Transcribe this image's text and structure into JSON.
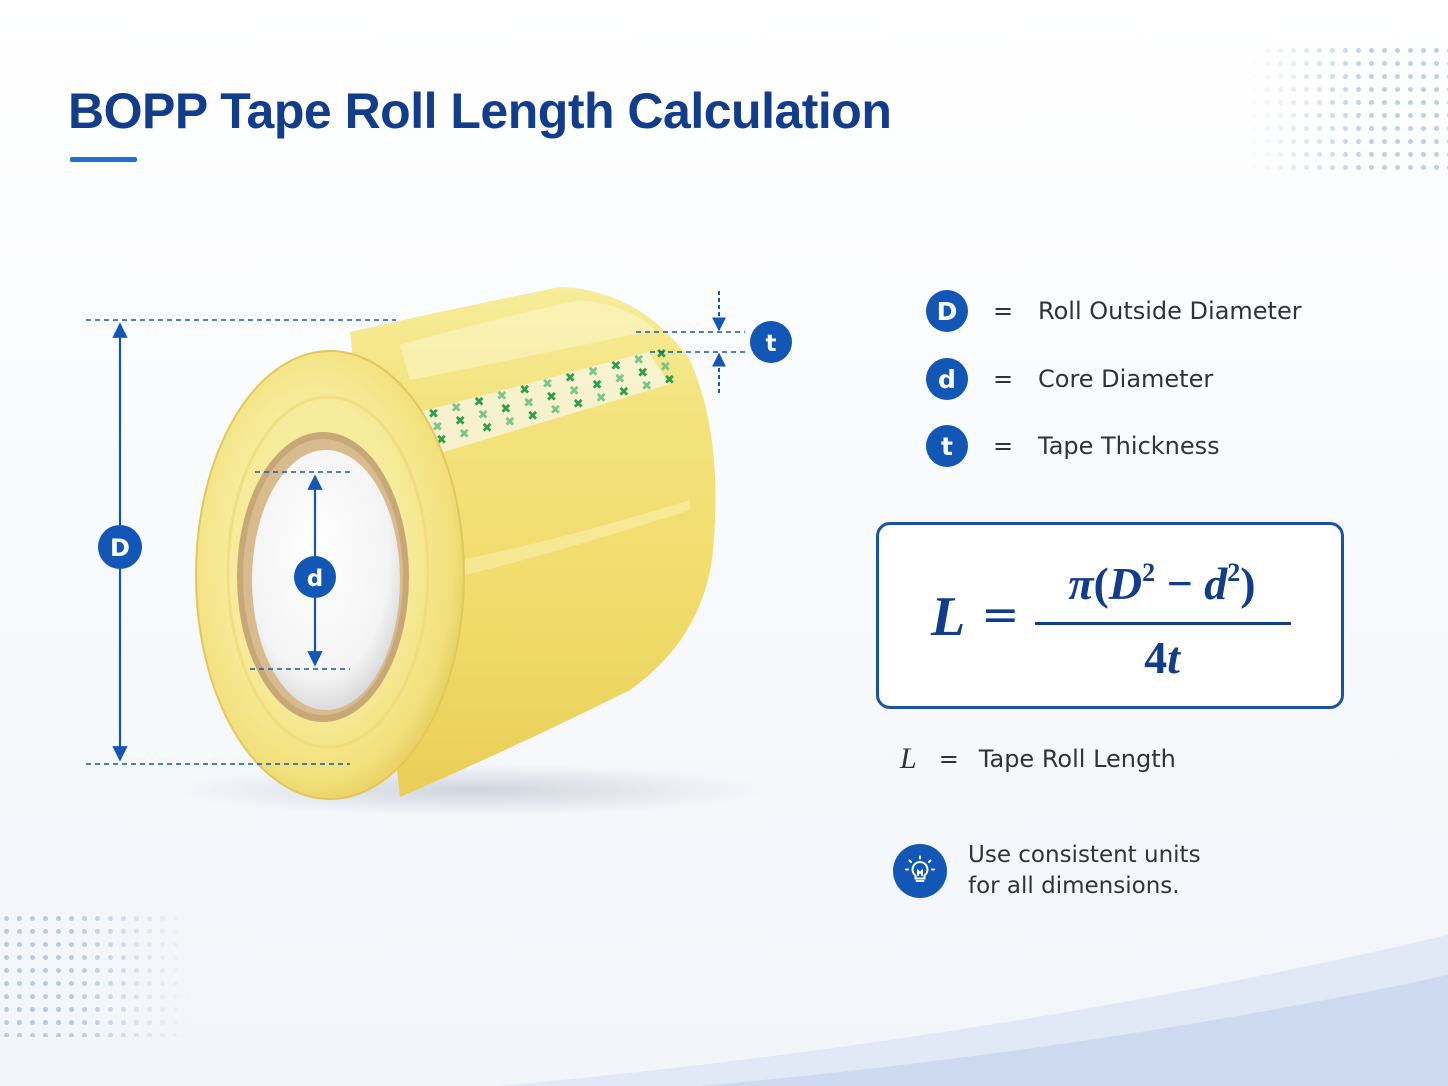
{
  "title": "BOPP Tape Roll Length Calculation",
  "colors": {
    "brand_blue": "#123c8c",
    "accent_blue": "#1357b6",
    "tape_yellow": "#f3e07a",
    "core_brown": "#c9a878"
  },
  "diagram_labels": {
    "outside_diameter": "D",
    "core_diameter": "d",
    "thickness": "t"
  },
  "legend": [
    {
      "symbol": "D",
      "equals": "=",
      "label": "Roll Outside Diameter"
    },
    {
      "symbol": "d",
      "equals": "=",
      "label": "Core Diameter"
    },
    {
      "symbol": "t",
      "equals": "=",
      "label": "Tape Thickness"
    }
  ],
  "formula": {
    "lhs": "L",
    "equals": "=",
    "numerator": {
      "pi": "π",
      "open": "(",
      "D": "D",
      "exp1": "2",
      "minus": " − ",
      "d": "d",
      "exp2": "2",
      "close": ")"
    },
    "denominator": {
      "coef": "4",
      "var": "t"
    }
  },
  "length_def": {
    "symbol": "L",
    "equals": "=",
    "label": "Tape Roll Length"
  },
  "tip": {
    "icon": "lightbulb-icon",
    "lines": [
      "Use consistent units",
      "for all dimensions."
    ]
  }
}
